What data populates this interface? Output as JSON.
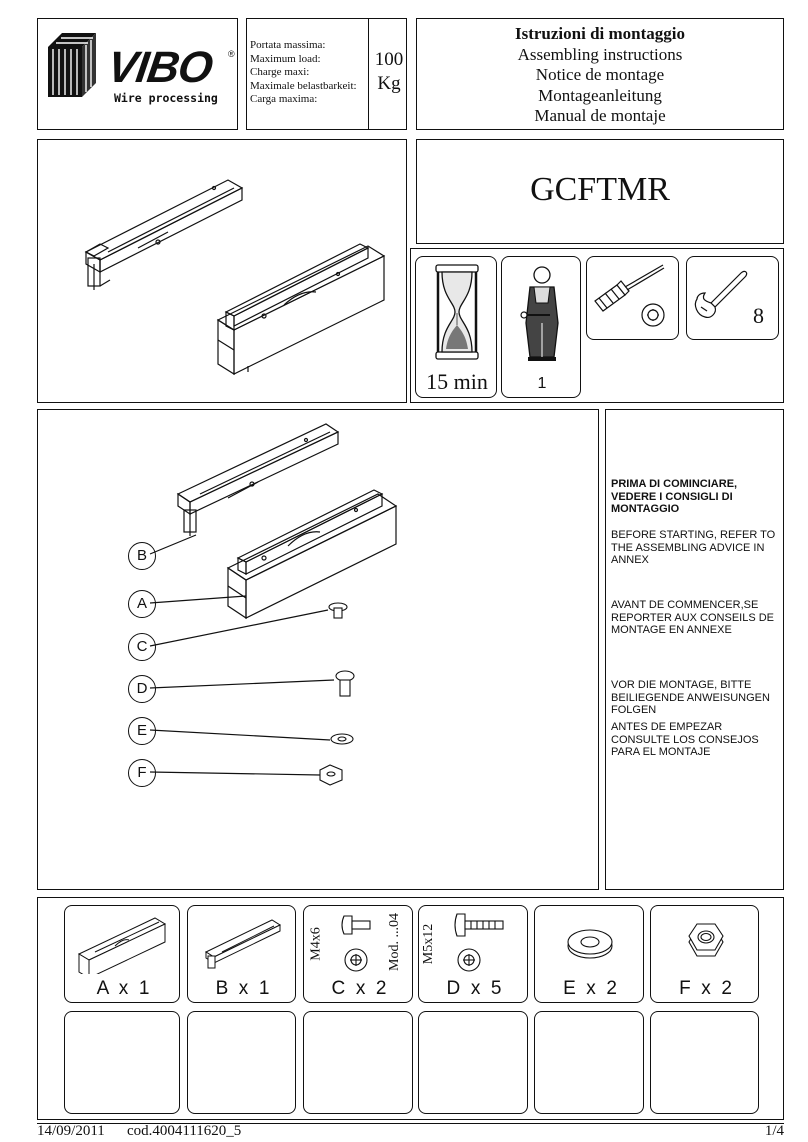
{
  "brand": {
    "name": "VIBO",
    "tagline": "Wire processing"
  },
  "load": {
    "labels": [
      "Portata massima:",
      "Maximum load:",
      "Charge maxi:",
      "Maximale belastbarkeit:",
      "Carga maxima:"
    ],
    "value": "100",
    "unit": "Kg"
  },
  "title": {
    "lines": [
      "Istruzioni di montaggio",
      "Assembling instructions",
      "Notice de montage",
      "Montageanleitung",
      "Manual de montaje"
    ]
  },
  "product_code": "GCFTMR",
  "tools": {
    "time": "15 min",
    "persons": "1",
    "wrench_size": "8"
  },
  "callouts": [
    "B",
    "A",
    "C",
    "D",
    "E",
    "F"
  ],
  "advice": [
    "PRIMA DI COMINCIARE, VEDERE I CONSIGLI DI MONTAGGIO",
    "BEFORE STARTING, REFER TO THE ASSEMBLING ADVICE IN ANNEX",
    "AVANT DE COMMENCER,SE REPORTER AUX CONSEILS DE MONTAGE EN ANNEXE",
    "VOR DIE MONTAGE, BITTE BEILIEGENDE ANWEISUNGEN FOLGEN",
    "ANTES DE EMPEZAR CONSULTE LOS CONSEJOS PARA EL MONTAJE"
  ],
  "parts": [
    {
      "id": "A",
      "label": "A  x  1",
      "icon": "rail-with-base"
    },
    {
      "id": "B",
      "label": "B  x  1",
      "icon": "slide-rail"
    },
    {
      "id": "C",
      "label": "C  x  2",
      "icon": "screw",
      "size": "M4x6",
      "model": "Mod. ...04"
    },
    {
      "id": "D",
      "label": "D  x  5",
      "icon": "screw",
      "size": "M5x12"
    },
    {
      "id": "E",
      "label": "E  x  2",
      "icon": "washer"
    },
    {
      "id": "F",
      "label": "F  x  2",
      "icon": "hex-nut"
    }
  ],
  "footer": {
    "date": "14/09/2011",
    "code": "cod.4004111620_5",
    "page": "1/4"
  }
}
